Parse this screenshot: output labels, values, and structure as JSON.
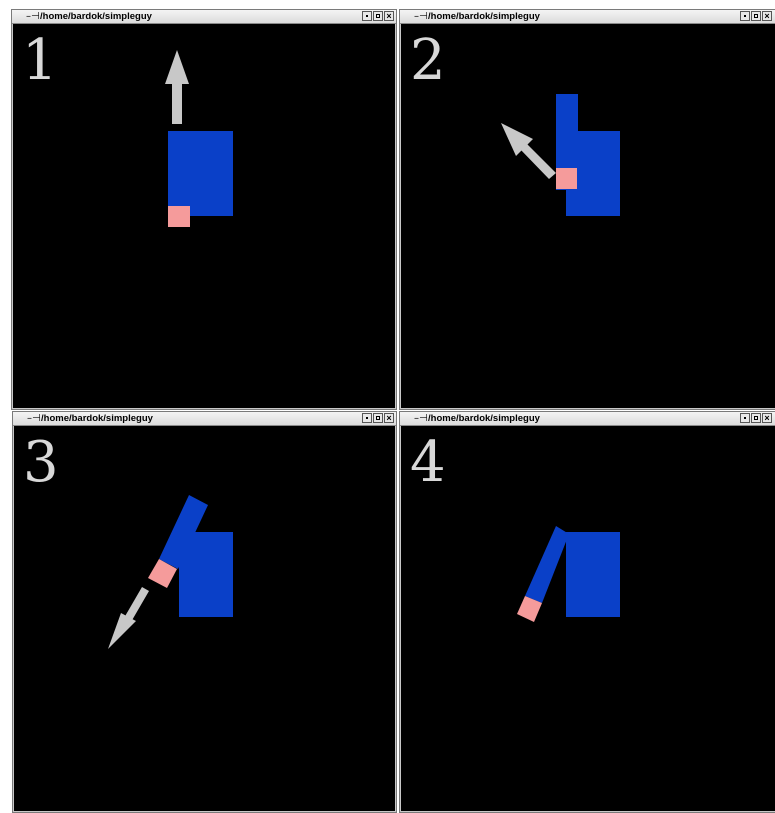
{
  "windows": [
    {
      "title": "/home/bardok/simpleguy",
      "panel_number": "1"
    },
    {
      "title": "/home/bardok/simpleguy",
      "panel_number": "2"
    },
    {
      "title": "/home/bardok/simpleguy",
      "panel_number": "3"
    },
    {
      "title": "/home/bardok/simpleguy",
      "panel_number": "4"
    }
  ],
  "titlebar": {
    "menu_glyph": "–⊣",
    "close_glyph": "×"
  },
  "colors": {
    "canvas": "#000000",
    "body": "#0a40c8",
    "hand": "#f59b9b",
    "arrow": "#c8c8c8",
    "number": "#d8d8d8"
  },
  "icons": {
    "window_menu": "window-menu-icon",
    "minimize": "minimize-icon",
    "maximize": "maximize-icon",
    "close": "close-icon",
    "arrow": "motion-arrow-icon"
  }
}
